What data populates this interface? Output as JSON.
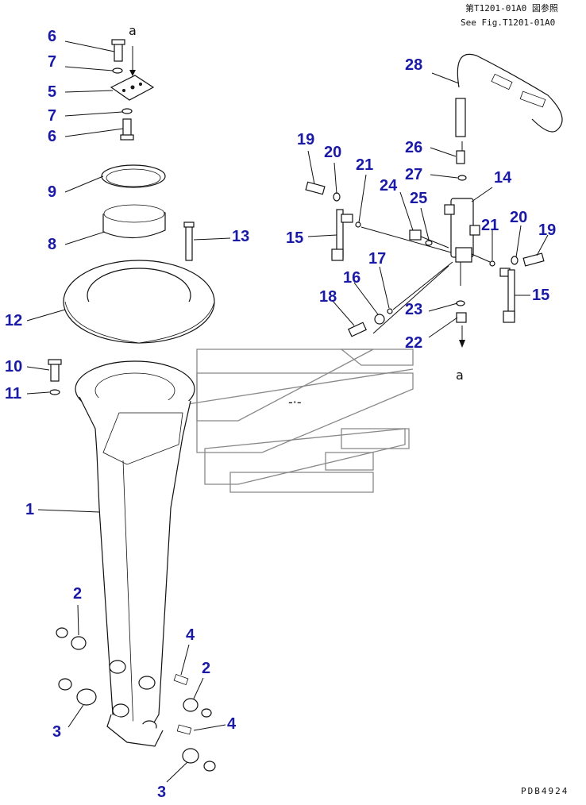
{
  "header": {
    "ref_jp": "第T1201-01A0 図参照",
    "ref_en": "See Fig.T1201-01A0"
  },
  "connection_marker": "a",
  "drawing_id": "PDB4924",
  "callouts": [
    {
      "id": "c-6a",
      "label": "6"
    },
    {
      "id": "c-7a",
      "label": "7"
    },
    {
      "id": "c-5",
      "label": "5"
    },
    {
      "id": "c-7b",
      "label": "7"
    },
    {
      "id": "c-6b",
      "label": "6"
    },
    {
      "id": "c-9",
      "label": "9"
    },
    {
      "id": "c-8",
      "label": "8"
    },
    {
      "id": "c-13",
      "label": "13"
    },
    {
      "id": "c-12",
      "label": "12"
    },
    {
      "id": "c-10",
      "label": "10"
    },
    {
      "id": "c-11",
      "label": "11"
    },
    {
      "id": "c-1",
      "label": "1"
    },
    {
      "id": "c-2a",
      "label": "2"
    },
    {
      "id": "c-3a",
      "label": "3"
    },
    {
      "id": "c-4a",
      "label": "4"
    },
    {
      "id": "c-2b",
      "label": "2"
    },
    {
      "id": "c-4b",
      "label": "4"
    },
    {
      "id": "c-3b",
      "label": "3"
    },
    {
      "id": "c-28",
      "label": "28"
    },
    {
      "id": "c-26",
      "label": "26"
    },
    {
      "id": "c-27",
      "label": "27"
    },
    {
      "id": "c-14",
      "label": "14"
    },
    {
      "id": "c-19a",
      "label": "19"
    },
    {
      "id": "c-20a",
      "label": "20"
    },
    {
      "id": "c-21a",
      "label": "21"
    },
    {
      "id": "c-24",
      "label": "24"
    },
    {
      "id": "c-25",
      "label": "25"
    },
    {
      "id": "c-15a",
      "label": "15"
    },
    {
      "id": "c-17",
      "label": "17"
    },
    {
      "id": "c-16",
      "label": "16"
    },
    {
      "id": "c-18",
      "label": "18"
    },
    {
      "id": "c-23",
      "label": "23"
    },
    {
      "id": "c-22",
      "label": "22"
    },
    {
      "id": "c-21b",
      "label": "21"
    },
    {
      "id": "c-20b",
      "label": "20"
    },
    {
      "id": "c-19b",
      "label": "19"
    },
    {
      "id": "c-15b",
      "label": "15"
    }
  ]
}
